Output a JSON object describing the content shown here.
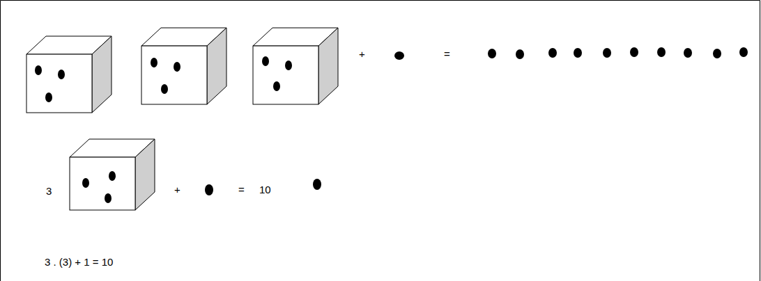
{
  "diagram": {
    "labels": [
      "+",
      "=",
      "3",
      "+",
      "=",
      "10",
      "3 . (3) + 1 = 10"
    ]
  }
}
